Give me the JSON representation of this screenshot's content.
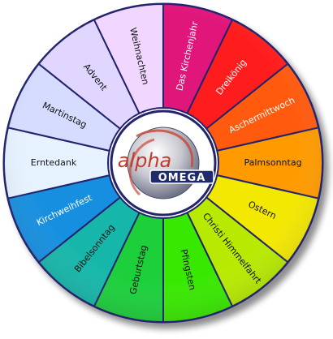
{
  "wheel": {
    "center_logo": {
      "alpha": "alpha",
      "omega": "OMEGA"
    },
    "segments": [
      {
        "label": "Das Kirchenjahr",
        "color": "#e0157a",
        "text_color": "#ffffff"
      },
      {
        "label": "Dreikönig",
        "color": "#ff1f1f",
        "text_color": "#ffffff"
      },
      {
        "label": "Aschermittwoch",
        "color": "#ff5a0a",
        "text_color": "#ffffff"
      },
      {
        "label": "Palmsonntag",
        "color": "#ff9a00",
        "text_color": "#111111"
      },
      {
        "label": "Ostern",
        "color": "#f3e800",
        "text_color": "#111111"
      },
      {
        "label": "Christi Himmelfahrt",
        "color": "#b7ea00",
        "text_color": "#111111"
      },
      {
        "label": "Pfingsten",
        "color": "#37e800",
        "text_color": "#111111"
      },
      {
        "label": "Geburtstag",
        "color": "#1fcf3a",
        "text_color": "#111111"
      },
      {
        "label": "Bibelsonntag",
        "color": "#18b7aa",
        "text_color": "#111111"
      },
      {
        "label": "Kirchweihfest",
        "color": "#178fe0",
        "text_color": "#ffffff"
      },
      {
        "label": "Erntedank",
        "color": "#e6f2ff",
        "text_color": "#111111"
      },
      {
        "label": "Martinstag",
        "color": "#d6dcff",
        "text_color": "#111111"
      },
      {
        "label": "Advent",
        "color": "#e0d6ff",
        "text_color": "#111111"
      },
      {
        "label": "Weihnachten",
        "color": "#f1d7ff",
        "text_color": "#111111"
      }
    ]
  }
}
